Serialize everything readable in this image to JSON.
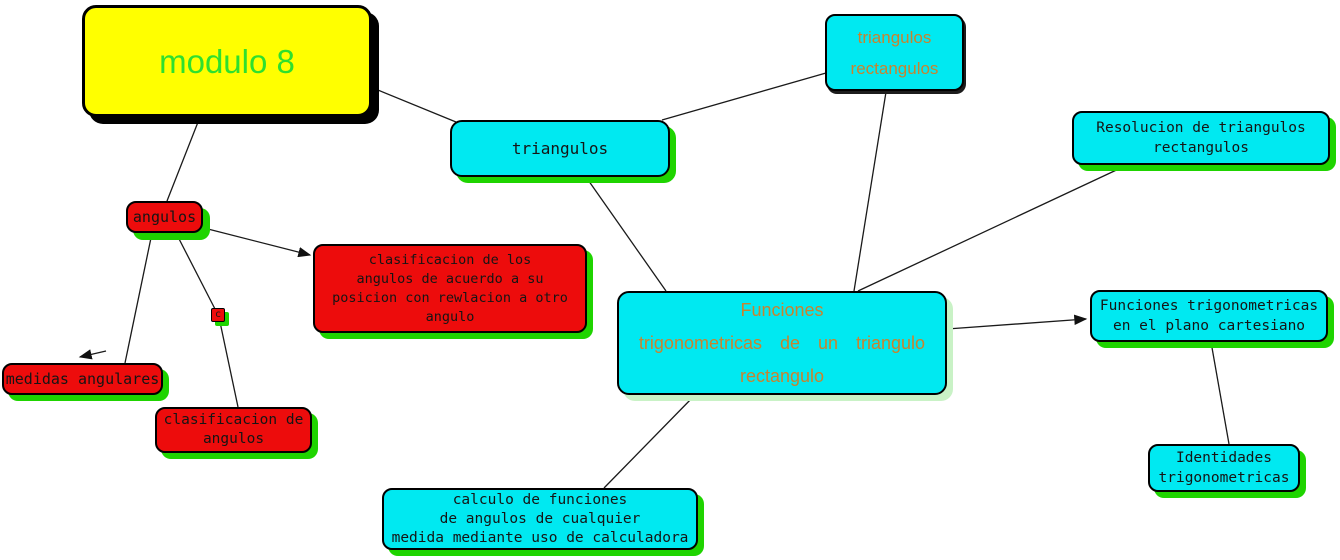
{
  "diagram": {
    "type": "concept-map",
    "nodes": {
      "modulo8": {
        "label": "modulo 8"
      },
      "triangulos_rect": {
        "label": "triangulos\nrectangulos"
      },
      "triangulos": {
        "label": "triangulos"
      },
      "resolucion": {
        "label": "Resolucion de triangulos\nrectangulos"
      },
      "angulos": {
        "label": "angulos"
      },
      "clasificacion_posicion": {
        "label": "clasificacion de los\nangulos de acuerdo a su\nposicion con rewlacion a otro\nangulo"
      },
      "medidas_angulares": {
        "label": "medidas angulares"
      },
      "clasificacion_angulos": {
        "label": "clasificacion de\nangulos"
      },
      "funciones_triangulo": {
        "label": "Funciones\ntrigonometricas de un triangulo\nrectangulo"
      },
      "funciones_plano": {
        "label": "Funciones trigonometricas\nen el plano cartesiano"
      },
      "identidades": {
        "label": "Identidades\ntrigonometricas"
      },
      "calculo": {
        "label": "calculo de funciones\nde angulos de cualquier\nmedida mediante uso de calculadora"
      },
      "c_node": {
        "label": "c"
      }
    },
    "edges": [
      {
        "from": "modulo8",
        "to": "triangulos",
        "arrow": false
      },
      {
        "from": "modulo8",
        "to": "angulos",
        "arrow": false
      },
      {
        "from": "triangulos",
        "to": "triangulos_rect",
        "arrow": false
      },
      {
        "from": "triangulos_rect",
        "to": "funciones_triangulo",
        "arrow": false
      },
      {
        "from": "triangulos",
        "to": "funciones_triangulo",
        "arrow": false
      },
      {
        "from": "resolucion",
        "to": "funciones_triangulo",
        "arrow": false
      },
      {
        "from": "funciones_triangulo",
        "to": "funciones_plano",
        "arrow": true
      },
      {
        "from": "funciones_plano",
        "to": "identidades",
        "arrow": false
      },
      {
        "from": "funciones_triangulo",
        "to": "calculo",
        "arrow": false
      },
      {
        "from": "angulos",
        "to": "clasificacion_posicion",
        "arrow": true
      },
      {
        "from": "angulos",
        "to": "medidas_angulares",
        "arrow": true
      },
      {
        "from": "angulos",
        "to": "c_node",
        "arrow": false
      },
      {
        "from": "c_node",
        "to": "clasificacion_angulos",
        "arrow": false
      }
    ],
    "colors": {
      "topic_yellow": "#ffff00",
      "concept_cyan": "#00e9f1",
      "concept_red": "#ed0c0c",
      "shadow_green": "#1fd400",
      "shadow_pale_green": "#c9f2c6",
      "shadow_black": "#000000",
      "text_green": "#2ee02e",
      "text_orange": "#c8832e",
      "text_black": "#151515",
      "line_color": "#1a1a1a"
    }
  }
}
